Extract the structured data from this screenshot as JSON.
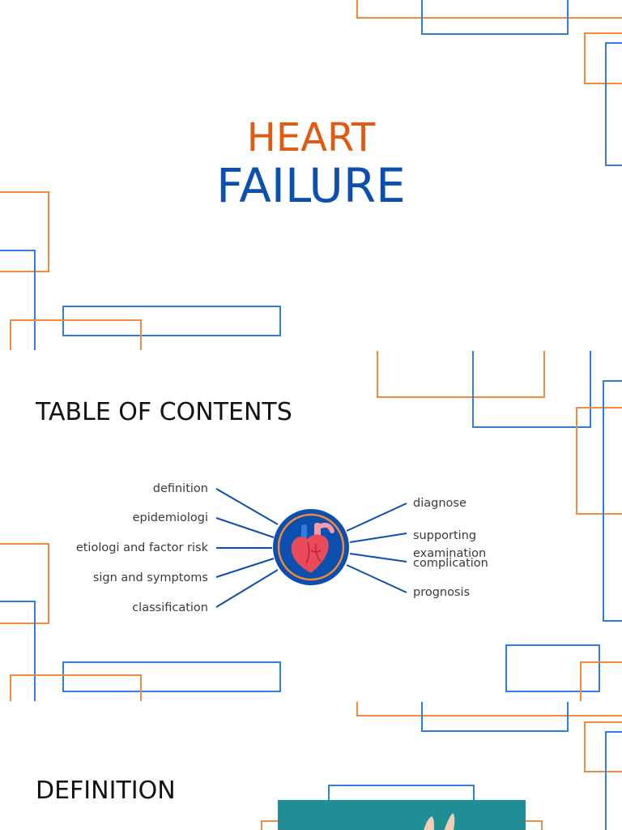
{
  "title_slide": {
    "line1": "HEART",
    "line2": "FAILURE"
  },
  "toc_slide": {
    "heading": "TABLE OF CONTENTS",
    "left_items": [
      "definition",
      "epidemiologi",
      "etiologi and factor risk",
      "sign and symptoms",
      "classification"
    ],
    "right_items": [
      "diagnose",
      "supporting examination",
      "complication",
      "prognosis"
    ],
    "center_icon": "heart-icon"
  },
  "definition_slide": {
    "heading": "DEFINITION"
  },
  "colors": {
    "heart_title": "#e05a12",
    "failure_title": "#0c4fae",
    "deco_blue": "#2f7de1",
    "deco_orange": "#f08a3c",
    "toc_lines": "#0c4fae"
  }
}
